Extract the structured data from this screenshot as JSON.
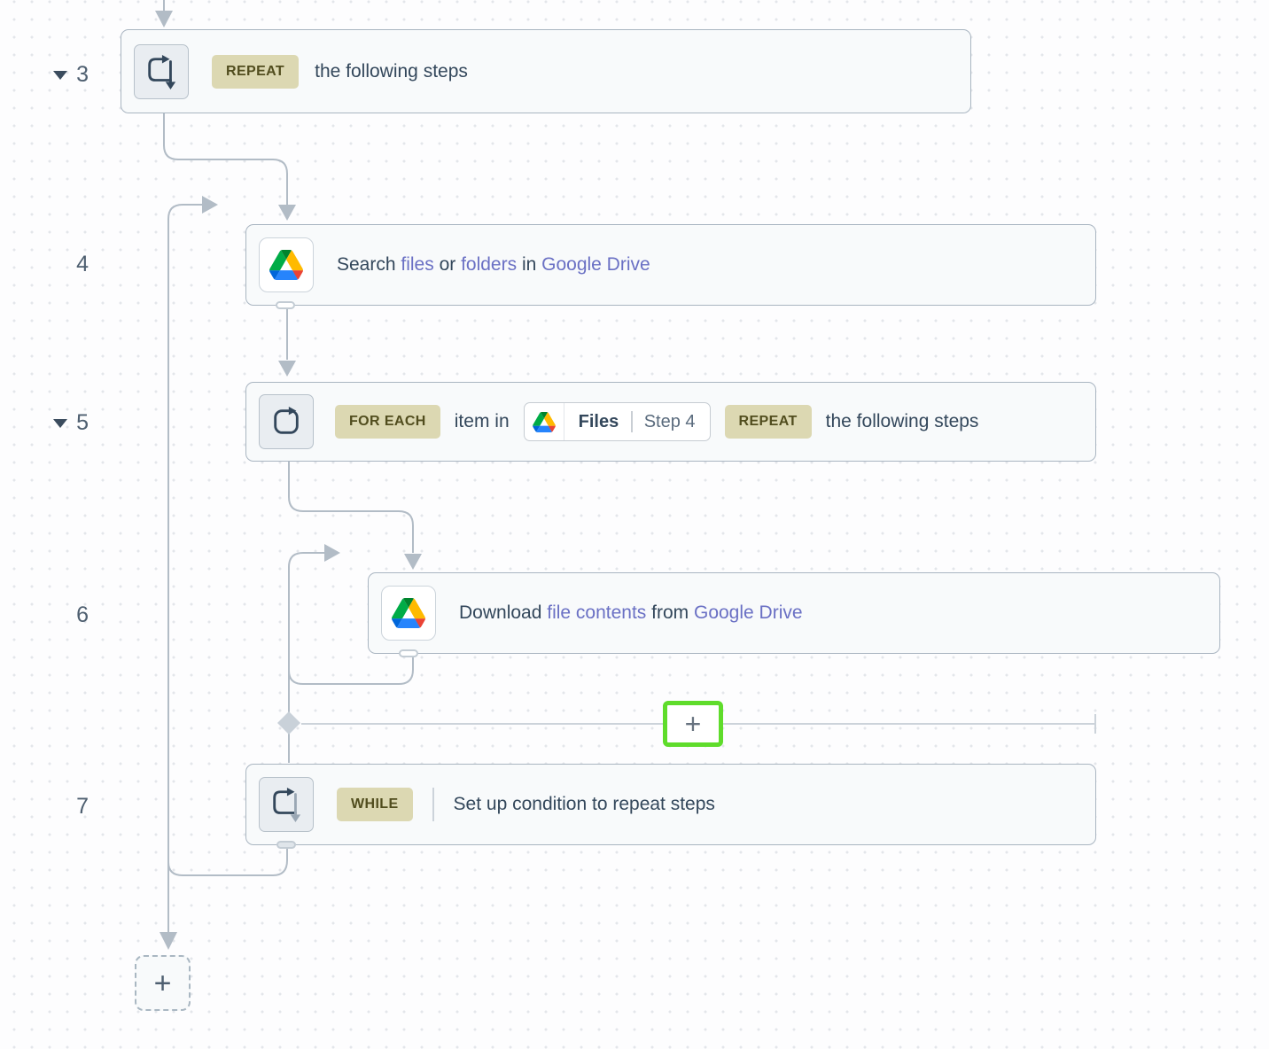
{
  "colors": {
    "accent_green": "#5fdc2b",
    "badge_bg": "#dcd8b2",
    "badge_text": "#514d1e",
    "link_text": "#6a70c4",
    "step_text": "#33475b",
    "connector": "#b2bcc6"
  },
  "steps": {
    "s3": {
      "num": "3",
      "badge": "REPEAT",
      "text": "the following steps",
      "icon": "repeat-loop-icon"
    },
    "s4": {
      "num": "4",
      "app": "google-drive",
      "text_parts": {
        "p0": "Search ",
        "p1": "files",
        "p2": " or ",
        "p3": "folders",
        "p4": " in ",
        "p5": "Google Drive"
      }
    },
    "s5": {
      "num": "5",
      "badge_for_each": "FOR EACH",
      "text_item_in": "item in",
      "chip": {
        "name": "Files",
        "step": "Step 4"
      },
      "badge_repeat": "REPEAT",
      "text": "the following steps",
      "icon": "for-each-loop-icon"
    },
    "s6": {
      "num": "6",
      "app": "google-drive",
      "text_parts": {
        "p0": "Download ",
        "p1": "file contents",
        "p2": " from ",
        "p3": "Google Drive"
      }
    },
    "s7": {
      "num": "7",
      "badge": "WHILE",
      "text": "Set up condition to repeat steps",
      "icon": "while-loop-icon"
    }
  },
  "buttons": {
    "insert_step_label": "+",
    "add_step_label": "+"
  }
}
